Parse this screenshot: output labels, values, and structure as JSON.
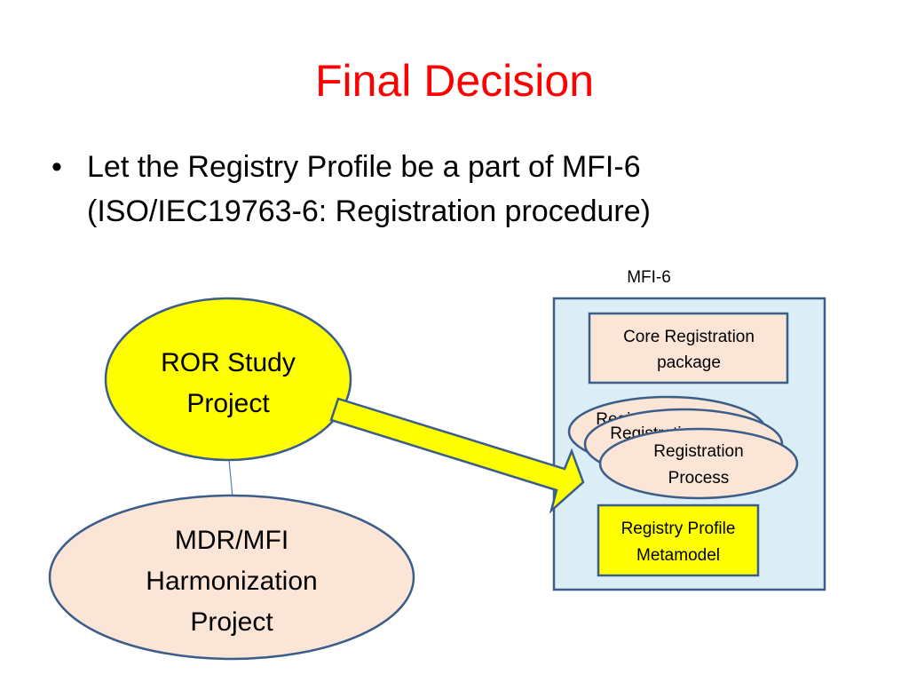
{
  "slide": {
    "title": "Final Decision",
    "bullet_symbol": "•",
    "bullet_lines": [
      "Let the Registry Profile be a part of MFI-6",
      "(ISO/IEC19763-6: Registration procedure)"
    ]
  },
  "diagram": {
    "mfi_label": "MFI-6",
    "ror_study": [
      "ROR Study",
      "Project"
    ],
    "mdr_mfi": [
      "MDR/MFI",
      "Harmonization",
      "Project"
    ],
    "core_registration": [
      "Core Registration",
      "package"
    ],
    "registration_process": [
      "Registration",
      "Process"
    ],
    "registration_process_back_1": "Registration",
    "registration_process_back_2": "Registration",
    "registry_profile": [
      "Registry Profile",
      "Metamodel"
    ]
  },
  "colors": {
    "title": "#ff0000",
    "yellow_fill": "#ffff00",
    "yellow_stroke": "#3a5d8a",
    "peach_fill": "#fbe5d6",
    "container_fill": "#dbeef6",
    "container_stroke": "#3a5d8a",
    "connector": "#4f81bd"
  }
}
